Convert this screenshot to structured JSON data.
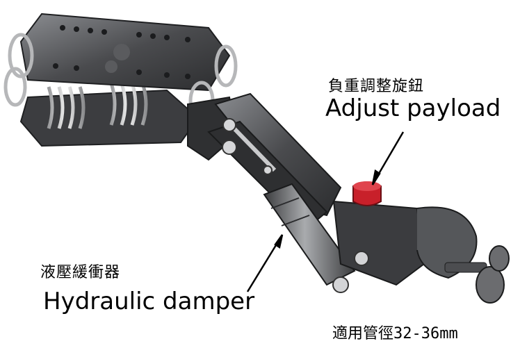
{
  "labels": {
    "payload_cn": "負重調整旋鈕",
    "payload_en": "Adjust payload",
    "damper_cn": "液壓緩衝器",
    "damper_en": "Hydraulic damper",
    "pipe_diameter": "適用管徑32-36mm"
  },
  "colors": {
    "metal_dark": "#3a3b3d",
    "metal_mid": "#6f7175",
    "metal_light": "#b8babd",
    "knob_red": "#c8202a",
    "arrow": "#000000"
  }
}
